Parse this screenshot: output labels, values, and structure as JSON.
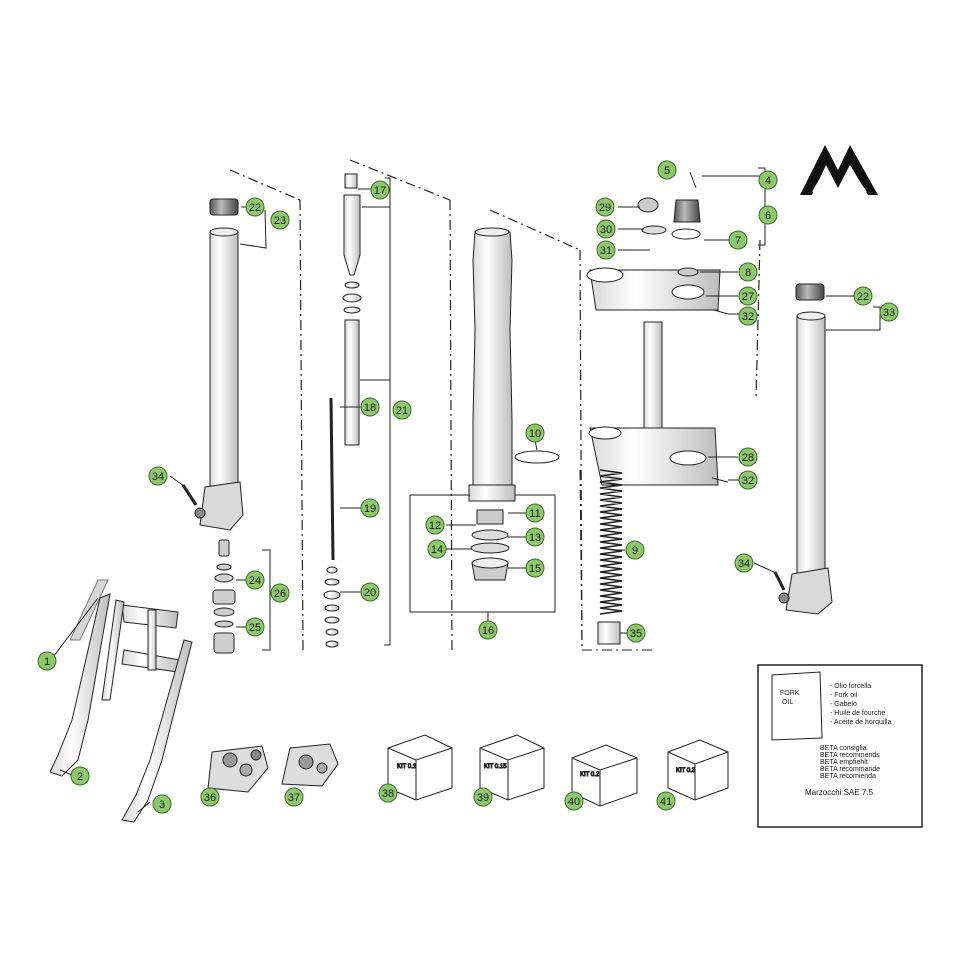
{
  "diagram": {
    "brand_logo": "M",
    "callouts": {
      "c1": "1",
      "c2": "2",
      "c3": "3",
      "c4": "4",
      "c5": "5",
      "c6": "6",
      "c7": "7",
      "c8": "8",
      "c9": "9",
      "c10": "10",
      "c11": "11",
      "c12": "12",
      "c13": "13",
      "c14": "14",
      "c15": "15",
      "c16": "16",
      "c17": "17",
      "c18": "18",
      "c19": "19",
      "c20": "20",
      "c21": "21",
      "c22": "22",
      "c23": "23",
      "c24": "24",
      "c25": "25",
      "c26": "26",
      "c27": "27",
      "c28": "28",
      "c29": "29",
      "c30": "30",
      "c31": "31",
      "c32": "32",
      "c33": "33",
      "c34": "34",
      "c35": "35",
      "c36": "36",
      "c37": "37",
      "c38": "38",
      "c39": "39",
      "c40": "40",
      "c41": "41"
    },
    "oil_legend": {
      "can_label_1": "FORK",
      "can_label_2": "OIL",
      "lines": [
        "- Olio forcella",
        "- Fork oil",
        "- Gabelo",
        "- Huile de fourche",
        "- Aceite de horquilla"
      ],
      "notes": [
        "BETA consiglia",
        "BETA recommends",
        "BETA empfiehlt",
        "BETA recommande",
        "BETA recomienda"
      ],
      "spec": "Marzocchi SAE 7.5"
    },
    "kits": {
      "k38": "KIT 0.1",
      "k39": "KIT 0.15",
      "k40": "KIT 0.2",
      "k41": "KIT 0.3"
    }
  },
  "colors": {
    "callout_fill": "#8dc86a",
    "callout_stroke": "#3f6b2a",
    "line": "#1a1a1a",
    "background": "#ffffff"
  }
}
